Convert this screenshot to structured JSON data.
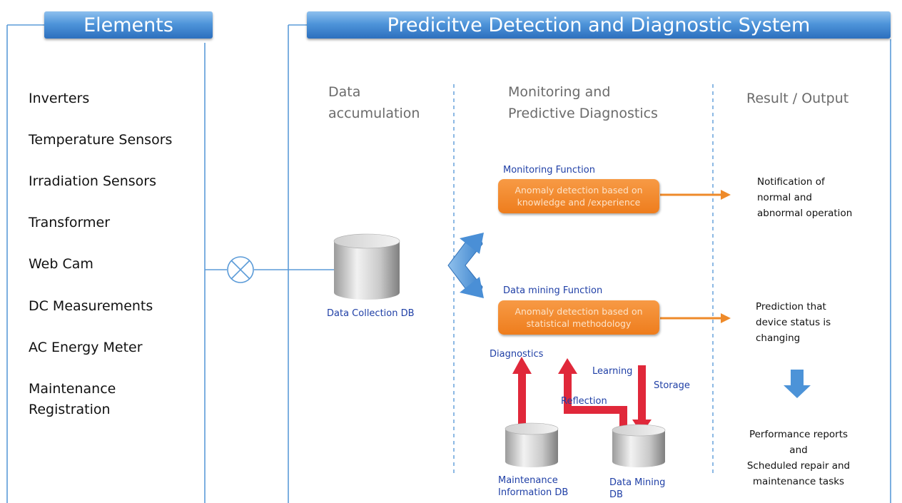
{
  "elements_panel": {
    "title": "Elements",
    "items": [
      "Inverters",
      "Temperature Sensors",
      "Irradiation Sensors",
      "Transformer",
      "Web Cam",
      "DC Measurements",
      "AC Energy Meter",
      "Maintenance",
      "Registration"
    ]
  },
  "system_panel": {
    "title": "Predicitve Detection and Diagnostic System"
  },
  "columns": {
    "data_accumulation": [
      "Data",
      "accumulation"
    ],
    "monitoring": [
      "Monitoring and",
      "Predictive Diagnostics"
    ],
    "result": "Result / Output"
  },
  "databases": {
    "collection": "Data Collection DB",
    "maintenance": [
      "Maintenance",
      "Information DB"
    ],
    "mining": [
      "Data Mining",
      "DB"
    ]
  },
  "functions": {
    "monitoring": {
      "label": "Monitoring Function",
      "box": [
        "Anomaly detection based on",
        "knowledge and /experience"
      ]
    },
    "data_mining": {
      "label": "Data mining Function",
      "box": [
        "Anomaly detection based on",
        "statistical methodology"
      ]
    }
  },
  "flows": {
    "diagnostics": "Diagnostics",
    "reflection": "Reflection",
    "learning": "Learning",
    "storage": "Storage"
  },
  "outputs": {
    "notification": [
      "Notification of",
      "normal and",
      "abnormal operation"
    ],
    "prediction": [
      "Prediction that",
      "device status is",
      "changing"
    ],
    "reports": [
      "Performance reports",
      "and",
      "Scheduled repair and",
      "maintenance tasks"
    ]
  },
  "colors": {
    "banner_blue": "#3f86d0",
    "orange": "#f08a2e",
    "red_arrow": "#e0283a",
    "frame_blue": "#4f95da",
    "label_blue": "#1f3fa6"
  }
}
